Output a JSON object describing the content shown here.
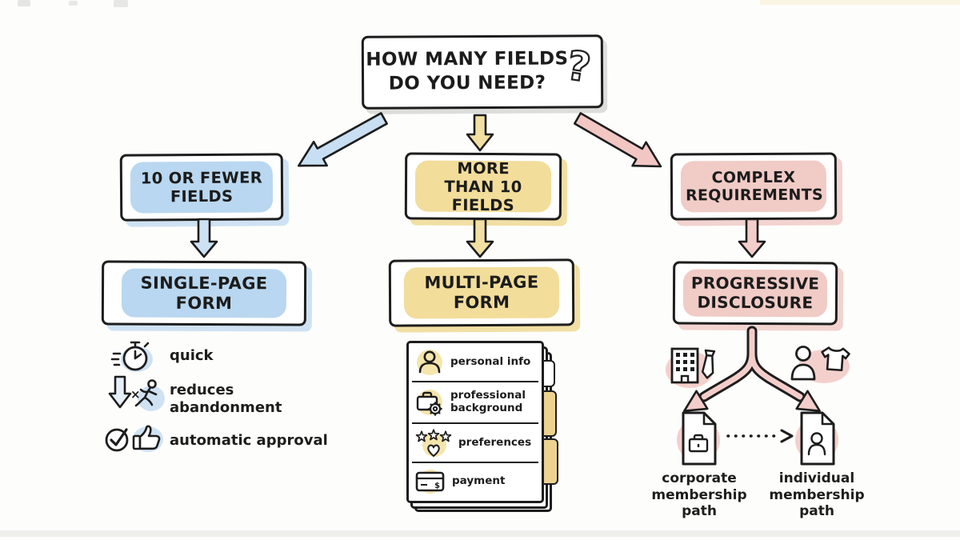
{
  "title": {
    "line1": "HOW MANY FIELDS",
    "line2": "DO YOU NEED?",
    "mark": "?"
  },
  "colors": {
    "blue": "#b9d7f0",
    "yellow": "#f3dd9b",
    "pink": "#f1cbc6",
    "outline": "#1d1d1d"
  },
  "branches": [
    {
      "name": "simple",
      "condition": "10 OR FEWER FIELDS",
      "solution": "SINGLE-PAGE FORM",
      "benefits": [
        {
          "icon": "stopwatch-icon",
          "label": "quick"
        },
        {
          "icon": "drop-off-runner-icon",
          "label": "reduces abandonment"
        },
        {
          "icon": "check-thumbs-up-icon",
          "label": "automatic approval"
        }
      ]
    },
    {
      "name": "medium",
      "condition": "MORE THAN 10 FIELDS",
      "solution": "MULTI-PAGE FORM",
      "form_pages": [
        {
          "icon": "person-icon",
          "label": "personal info"
        },
        {
          "icon": "briefcase-gear-icon",
          "label": "professional background"
        },
        {
          "icon": "stars-heart-icon",
          "label": "preferences"
        },
        {
          "icon": "credit-card-icon",
          "label": "payment"
        }
      ]
    },
    {
      "name": "complex",
      "condition": "COMPLEX REQUIREMENTS",
      "solution": "PROGRESSIVE DISCLOSURE",
      "paths": [
        {
          "icon": "corporate-document-icon",
          "label": "corporate membership path"
        },
        {
          "icon": "individual-document-icon",
          "label": "individual membership path"
        }
      ]
    }
  ],
  "glyphs": {
    "multiply": "×",
    "dollar": "$"
  }
}
